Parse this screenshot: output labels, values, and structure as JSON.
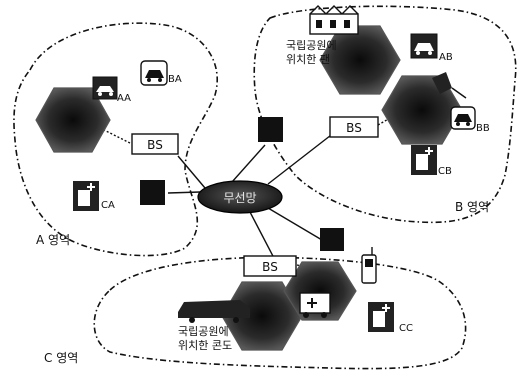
{
  "network": {
    "label": "무선망"
  },
  "base_stations": [
    {
      "id": "bs-a",
      "label": "BS"
    },
    {
      "id": "bs-b",
      "label": "BS"
    },
    {
      "id": "bs-c",
      "label": "BS"
    }
  ],
  "regions": [
    {
      "id": "a",
      "label": "A 영역"
    },
    {
      "id": "b",
      "label": "B 영역"
    },
    {
      "id": "c",
      "label": "C 영역"
    }
  ],
  "nodes": {
    "aa": "AA",
    "ba": "BA",
    "ca": "CA",
    "ab": "AB",
    "bb": "BB",
    "cb": "CB",
    "cc": "CC"
  },
  "annotations": {
    "park_b_line1": "국립공원에",
    "park_b_line2": "위치한 팬",
    "park_c_line1": "국립공원에",
    "park_c_line2": "위치한 콘도"
  },
  "icons": {
    "vehicle": "car-icon",
    "hospital": "hospital-icon",
    "phone": "mobile-phone-icon",
    "terminal": "terminal-box-icon",
    "building": "building-icon"
  }
}
